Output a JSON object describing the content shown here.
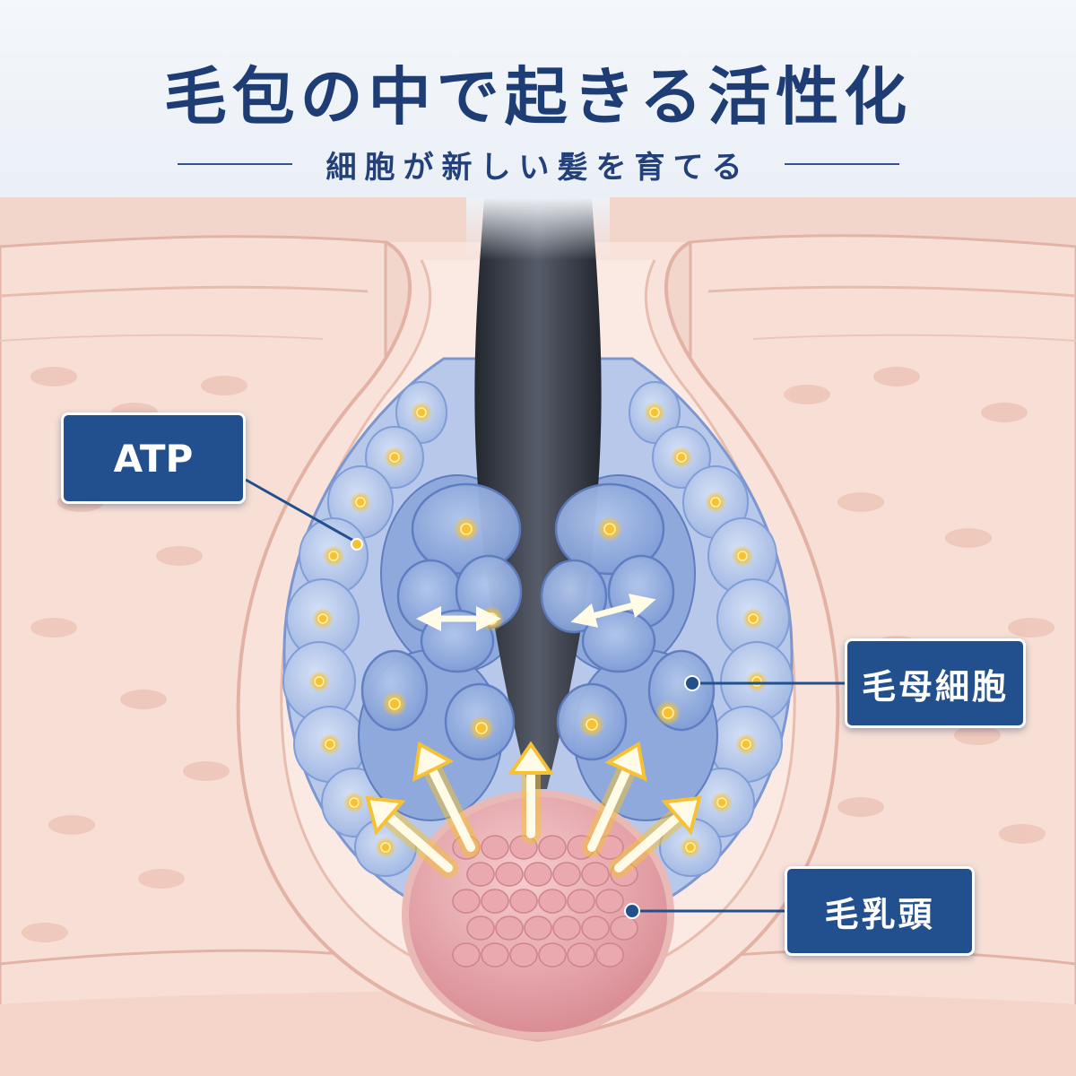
{
  "header": {
    "title": "毛包の中で起きる活性化",
    "subtitle": "細胞が新しい髪を育てる"
  },
  "labels": {
    "atp": "ATP",
    "hair_matrix_cells": "毛母細胞",
    "dermal_papilla": "毛乳頭"
  },
  "colors": {
    "title": "#1f3d75",
    "label_background": "#22508f",
    "skin": "#f5d6cc",
    "follicle_cells": "#7f9dd6",
    "hair_shaft": "#3c4250",
    "papilla": "#e8a3a8",
    "energy_glow": "#f6c233"
  },
  "icons": [
    "upward-energy-arrow-icon",
    "division-double-arrow-icon",
    "atp-glow-dot-icon"
  ]
}
